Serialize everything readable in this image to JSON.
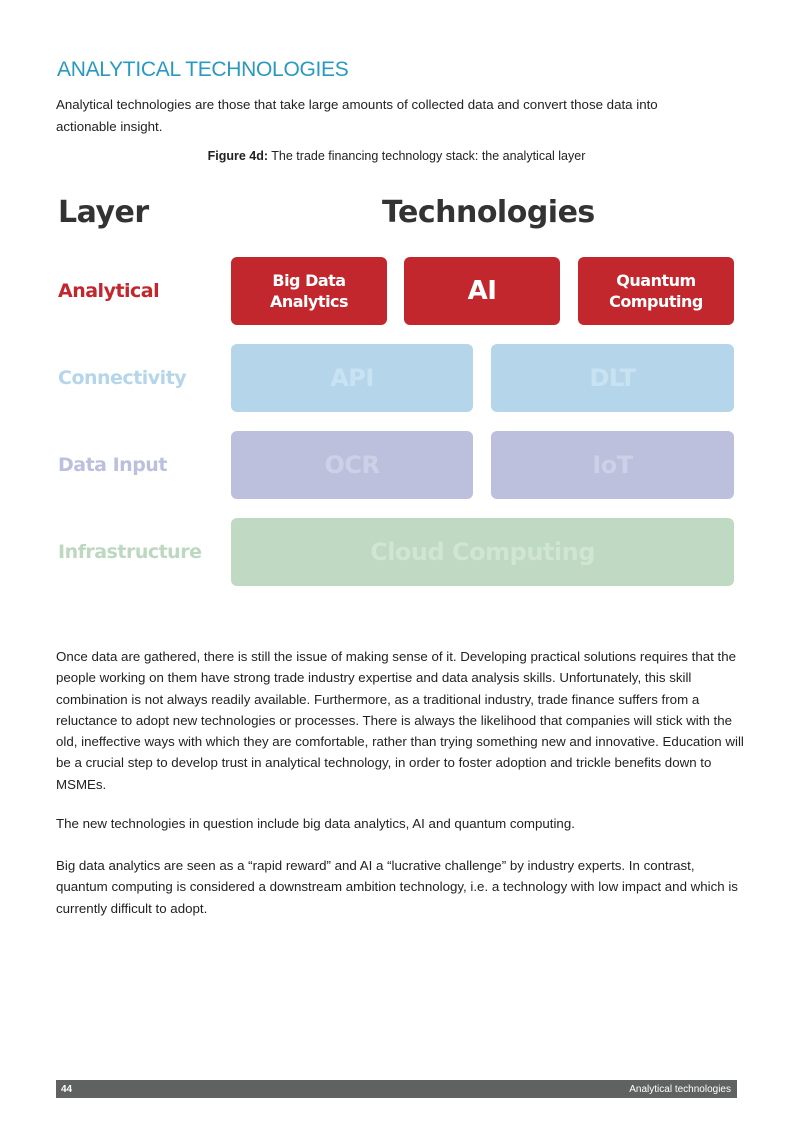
{
  "heading": "ANALYTICAL TECHNOLOGIES",
  "intro": "Analytical technologies are those that take large amounts of collected data and convert those data into actionable insight.",
  "figure": {
    "label": "Figure 4d:",
    "caption": "The trade financing technology stack: the analytical layer",
    "col_layer": "Layer",
    "col_tech": "Technologies",
    "rows": [
      {
        "layer": "Analytical",
        "techs": [
          "Big Data Analytics",
          "AI",
          "Quantum Computing"
        ]
      },
      {
        "layer": "Connectivity",
        "techs": [
          "API",
          "DLT"
        ]
      },
      {
        "layer": "Data Input",
        "techs": [
          "OCR",
          "IoT"
        ]
      },
      {
        "layer": "Infrastructure",
        "techs": [
          "Cloud Computing"
        ]
      }
    ],
    "colors": {
      "analytical": "#c1272d",
      "connectivity": "#b5d6ea",
      "data_input": "#bdc0dc",
      "infrastructure": "#bfd9c3"
    }
  },
  "paragraphs": [
    "Once data are gathered, there is still the issue of making sense of it. Developing practical solutions requires that the people working on them have strong trade industry expertise and data analysis skills. Unfortunately, this skill combination is not always readily available. Furthermore, as a traditional industry, trade finance suffers from a reluctance to adopt new technologies or processes. There is always the likelihood that companies will stick with the old, ineffective ways with which they are comfortable, rather than trying something new and innovative. Education will be a crucial step to develop trust in analytical technology, in order to foster adoption and trickle benefits down to MSMEs.",
    "The new technologies in question include big data analytics, AI and quantum computing.",
    "Big data analytics are seen as a “rapid reward” and AI a “lucrative challenge” by industry experts. In contrast, quantum computing is considered a downstream ambition technology, i.e. a technology with low impact and which is currently difficult to adopt."
  ],
  "footer": {
    "page": "44",
    "section": "Analytical technologies"
  }
}
